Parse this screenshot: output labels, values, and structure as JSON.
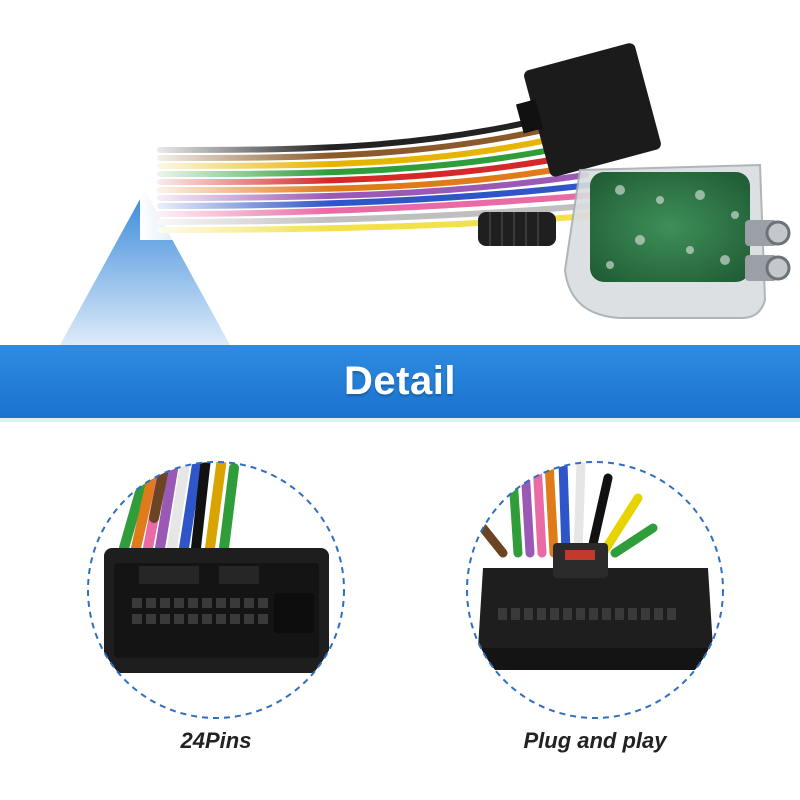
{
  "banner": {
    "title": "Detail"
  },
  "details": [
    {
      "caption": "24Pins"
    },
    {
      "caption": "Plug and play"
    }
  ],
  "colors": {
    "banner_blue": "#1f7ad6",
    "circle_border": "#2f6fc0",
    "connector_black": "#1b1b1b",
    "pcb_green": "#2f7a45"
  }
}
